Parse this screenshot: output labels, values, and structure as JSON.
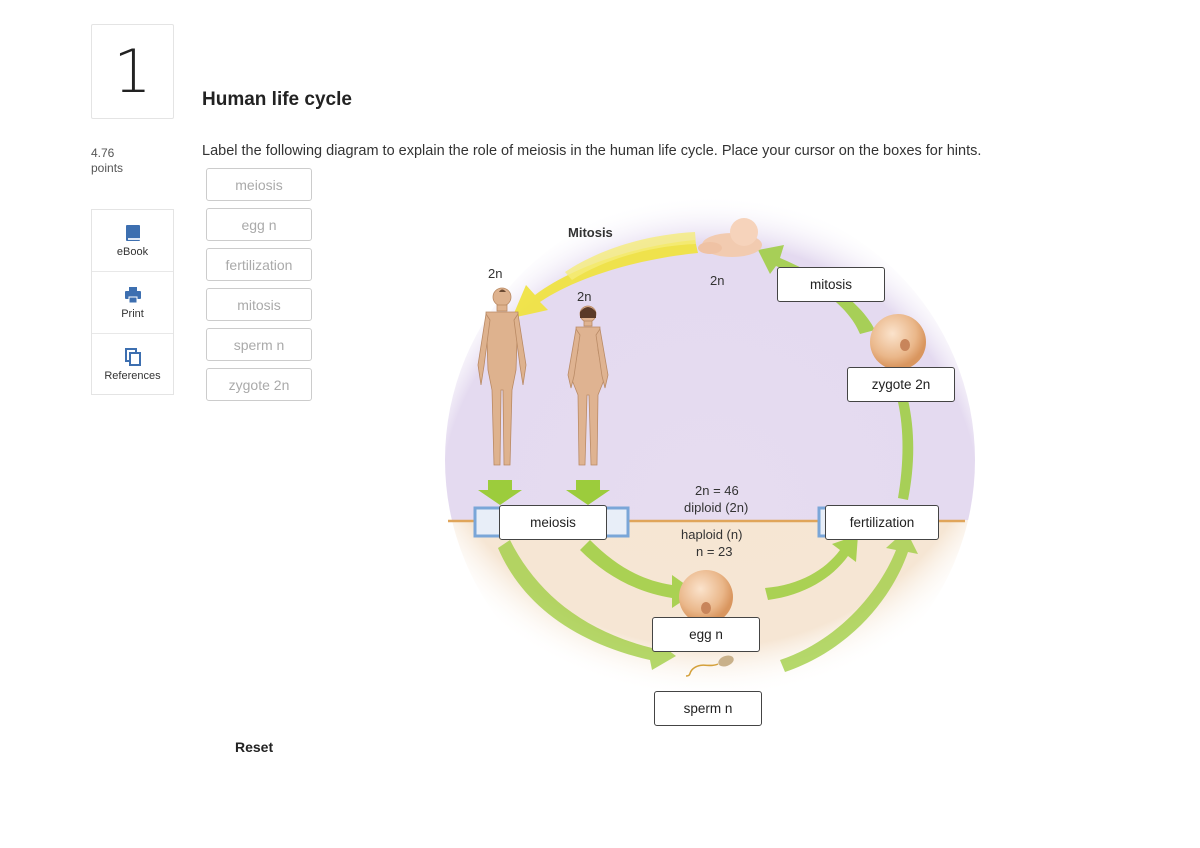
{
  "question": {
    "number": "1",
    "points_value": "4.76",
    "points_label": "points"
  },
  "tools": [
    {
      "label": "eBook",
      "icon": "book-icon"
    },
    {
      "label": "Print",
      "icon": "printer-icon"
    },
    {
      "label": "References",
      "icon": "copy-icon"
    }
  ],
  "title": "Human life cycle",
  "instructions": "Label the following diagram to explain the role of meiosis in the human life cycle. Place your cursor on the boxes for hints.",
  "label_bank": [
    "meiosis",
    "egg n",
    "fertilization",
    "mitosis",
    "sperm n",
    "zygote 2n"
  ],
  "reset_label": "Reset",
  "diagram": {
    "mitosis_top": "Mitosis",
    "ploidy_male": "2n",
    "ploidy_female": "2n",
    "ploidy_baby": "2n",
    "diploid_count": "2n = 46",
    "diploid_label": "diploid (2n)",
    "haploid_label": "haploid (n)",
    "haploid_count": "n = 23",
    "placed_labels": {
      "mitosis": "mitosis",
      "zygote": "zygote 2n",
      "fertilization": "fertilization",
      "meiosis": "meiosis",
      "egg": "egg n",
      "sperm": "sperm n"
    }
  },
  "colors": {
    "arrow_green": "#9ccc3c",
    "arrow_yellow": "#f0e23a",
    "diploid_bg": "#e5dcef",
    "haploid_bg": "#f6e4cf",
    "divider": "#e0a55a",
    "box_blue": "#7aa6d8"
  }
}
